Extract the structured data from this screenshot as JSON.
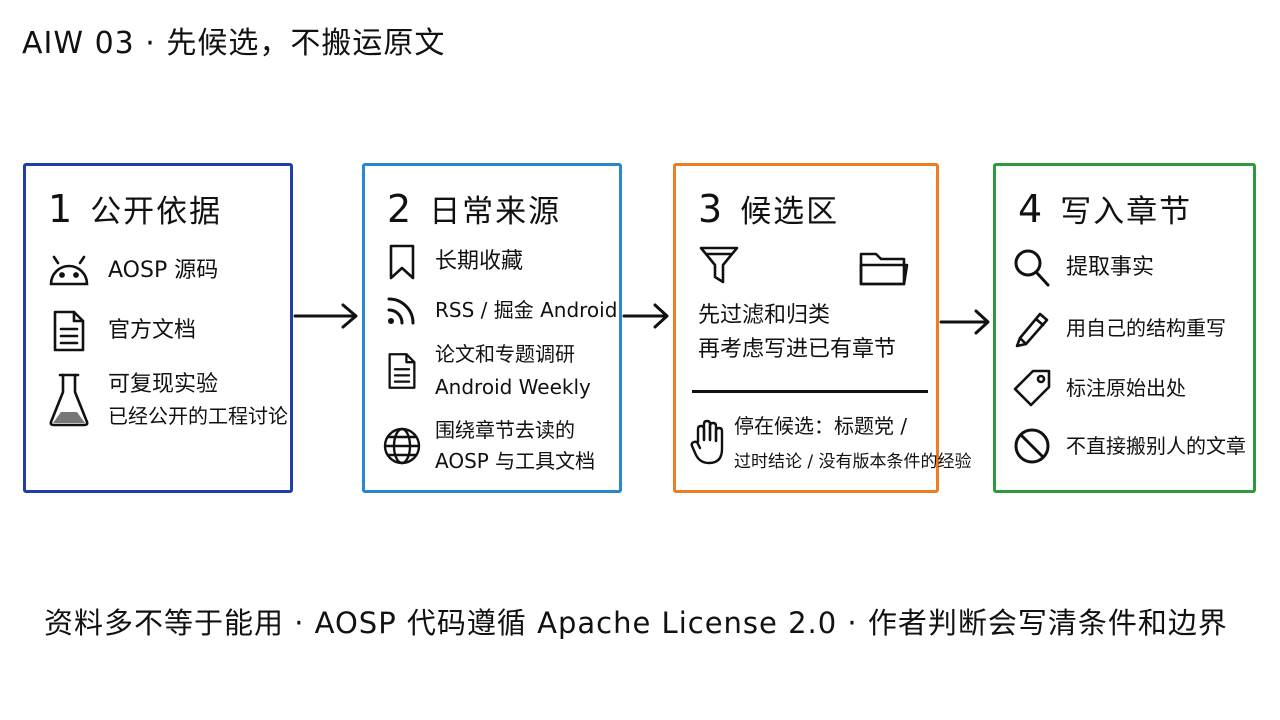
{
  "title": "AIW 03 · 先候选，不搬运原文",
  "colors": {
    "box1": "#1f3fa6",
    "box2": "#2a86cf",
    "box3": "#ee7d22",
    "box4": "#2e9a3e"
  },
  "boxes": [
    {
      "number": "1",
      "name": "公开依据",
      "items": [
        {
          "icon": "android-icon",
          "label": "AOSP 源码"
        },
        {
          "icon": "document-icon",
          "label": "官方文档"
        },
        {
          "icon": "flask-icon",
          "label": "可复现实验",
          "sublabel": "已经公开的工程讨论"
        }
      ]
    },
    {
      "number": "2",
      "name": "日常来源",
      "items": [
        {
          "icon": "bookmark-icon",
          "label": "长期收藏"
        },
        {
          "icon": "rss-icon",
          "label": "RSS / 掘金 Android"
        },
        {
          "icon": "document-icon",
          "label": "论文和专题调研",
          "sublabel": "Android Weekly"
        },
        {
          "icon": "globe-icon",
          "label": "围绕章节去读的",
          "sublabel": "AOSP 与工具文档"
        }
      ]
    },
    {
      "number": "3",
      "name": "候选区",
      "icons": [
        "filter-icon",
        "folder-icon"
      ],
      "line1": "先过滤和归类",
      "line2": "再考虑写进已有章节",
      "stop_icon": "hand-stop-icon",
      "stop_line1": "停在候选：标题党 /",
      "stop_line2": "过时结论 / 没有版本条件的经验"
    },
    {
      "number": "4",
      "name": "写入章节",
      "items": [
        {
          "icon": "search-icon",
          "label": "提取事实"
        },
        {
          "icon": "pencil-icon",
          "label": "用自己的结构重写"
        },
        {
          "icon": "tag-icon",
          "label": "标注原始出处"
        },
        {
          "icon": "prohibited-icon",
          "label": "不直接搬别人的文章"
        }
      ]
    }
  ],
  "footer": "资料多不等于能用 · AOSP 代码遵循 Apache License 2.0 · 作者判断会写清条件和边界"
}
